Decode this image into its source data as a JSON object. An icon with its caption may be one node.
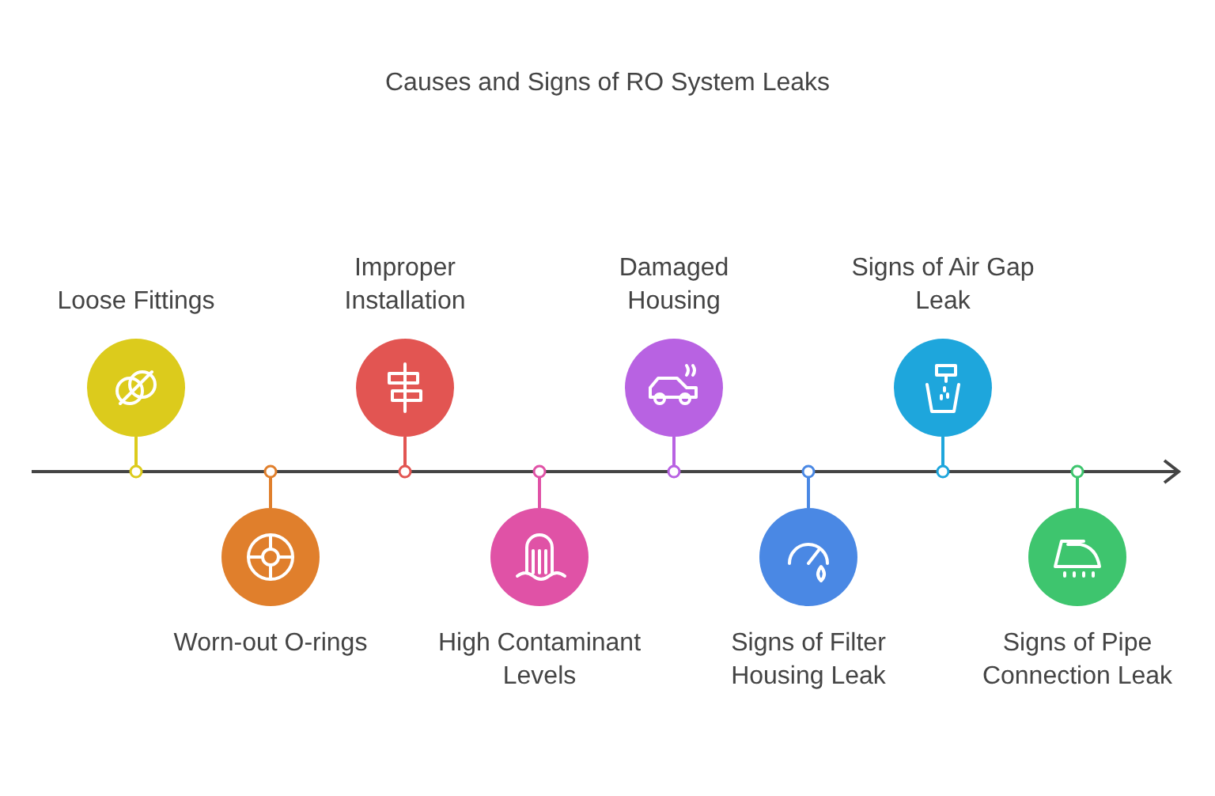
{
  "diagram": {
    "title": "Causes and Signs of RO System Leaks",
    "nodes": [
      {
        "text": [
          "Loose Fittings"
        ]
      },
      {
        "text": [
          "Worn-out O-rings"
        ]
      },
      {
        "text": [
          "Improper Installation"
        ]
      },
      {
        "text": [
          "High Contaminant Levels"
        ]
      },
      {
        "text": [
          "Damaged Housing"
        ]
      },
      {
        "text": [
          "Signs of Filter Housing Leak"
        ]
      },
      {
        "text": [
          "Signs of Air Gap Leak"
        ]
      },
      {
        "text": [
          "Signs of Pipe Connection Leak"
        ]
      }
    ]
  }
}
